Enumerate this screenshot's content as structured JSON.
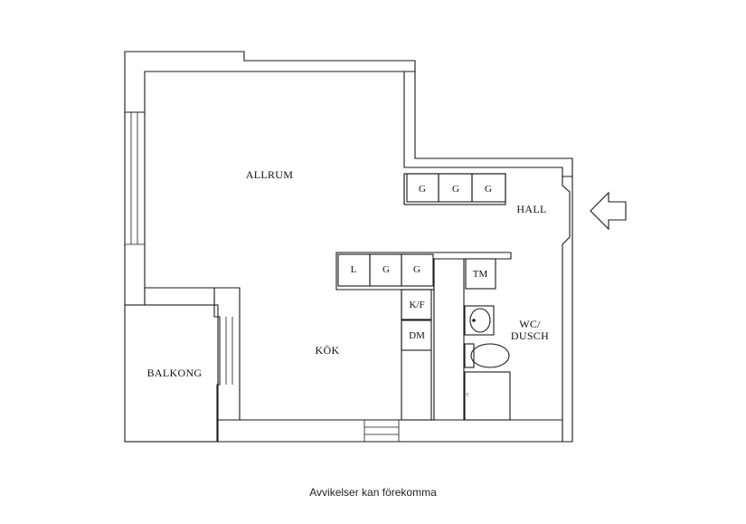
{
  "rooms": {
    "allrum": "ALLRUM",
    "hall": "HALL",
    "kok": "KÖK",
    "balkong": "BALKONG",
    "wc_line1": "WC/",
    "wc_line2": "DUSCH"
  },
  "fixtures": {
    "hall_wardrobes": [
      "G",
      "G",
      "G"
    ],
    "kitchen_cabinets": [
      "L",
      "G",
      "G"
    ],
    "tm": "TM",
    "kf": "K/F",
    "dm": "DM",
    "shower_mark": "▽"
  },
  "entrance": {
    "icon": "arrow-left-icon"
  },
  "caption": "Avvikelser kan förekomma"
}
